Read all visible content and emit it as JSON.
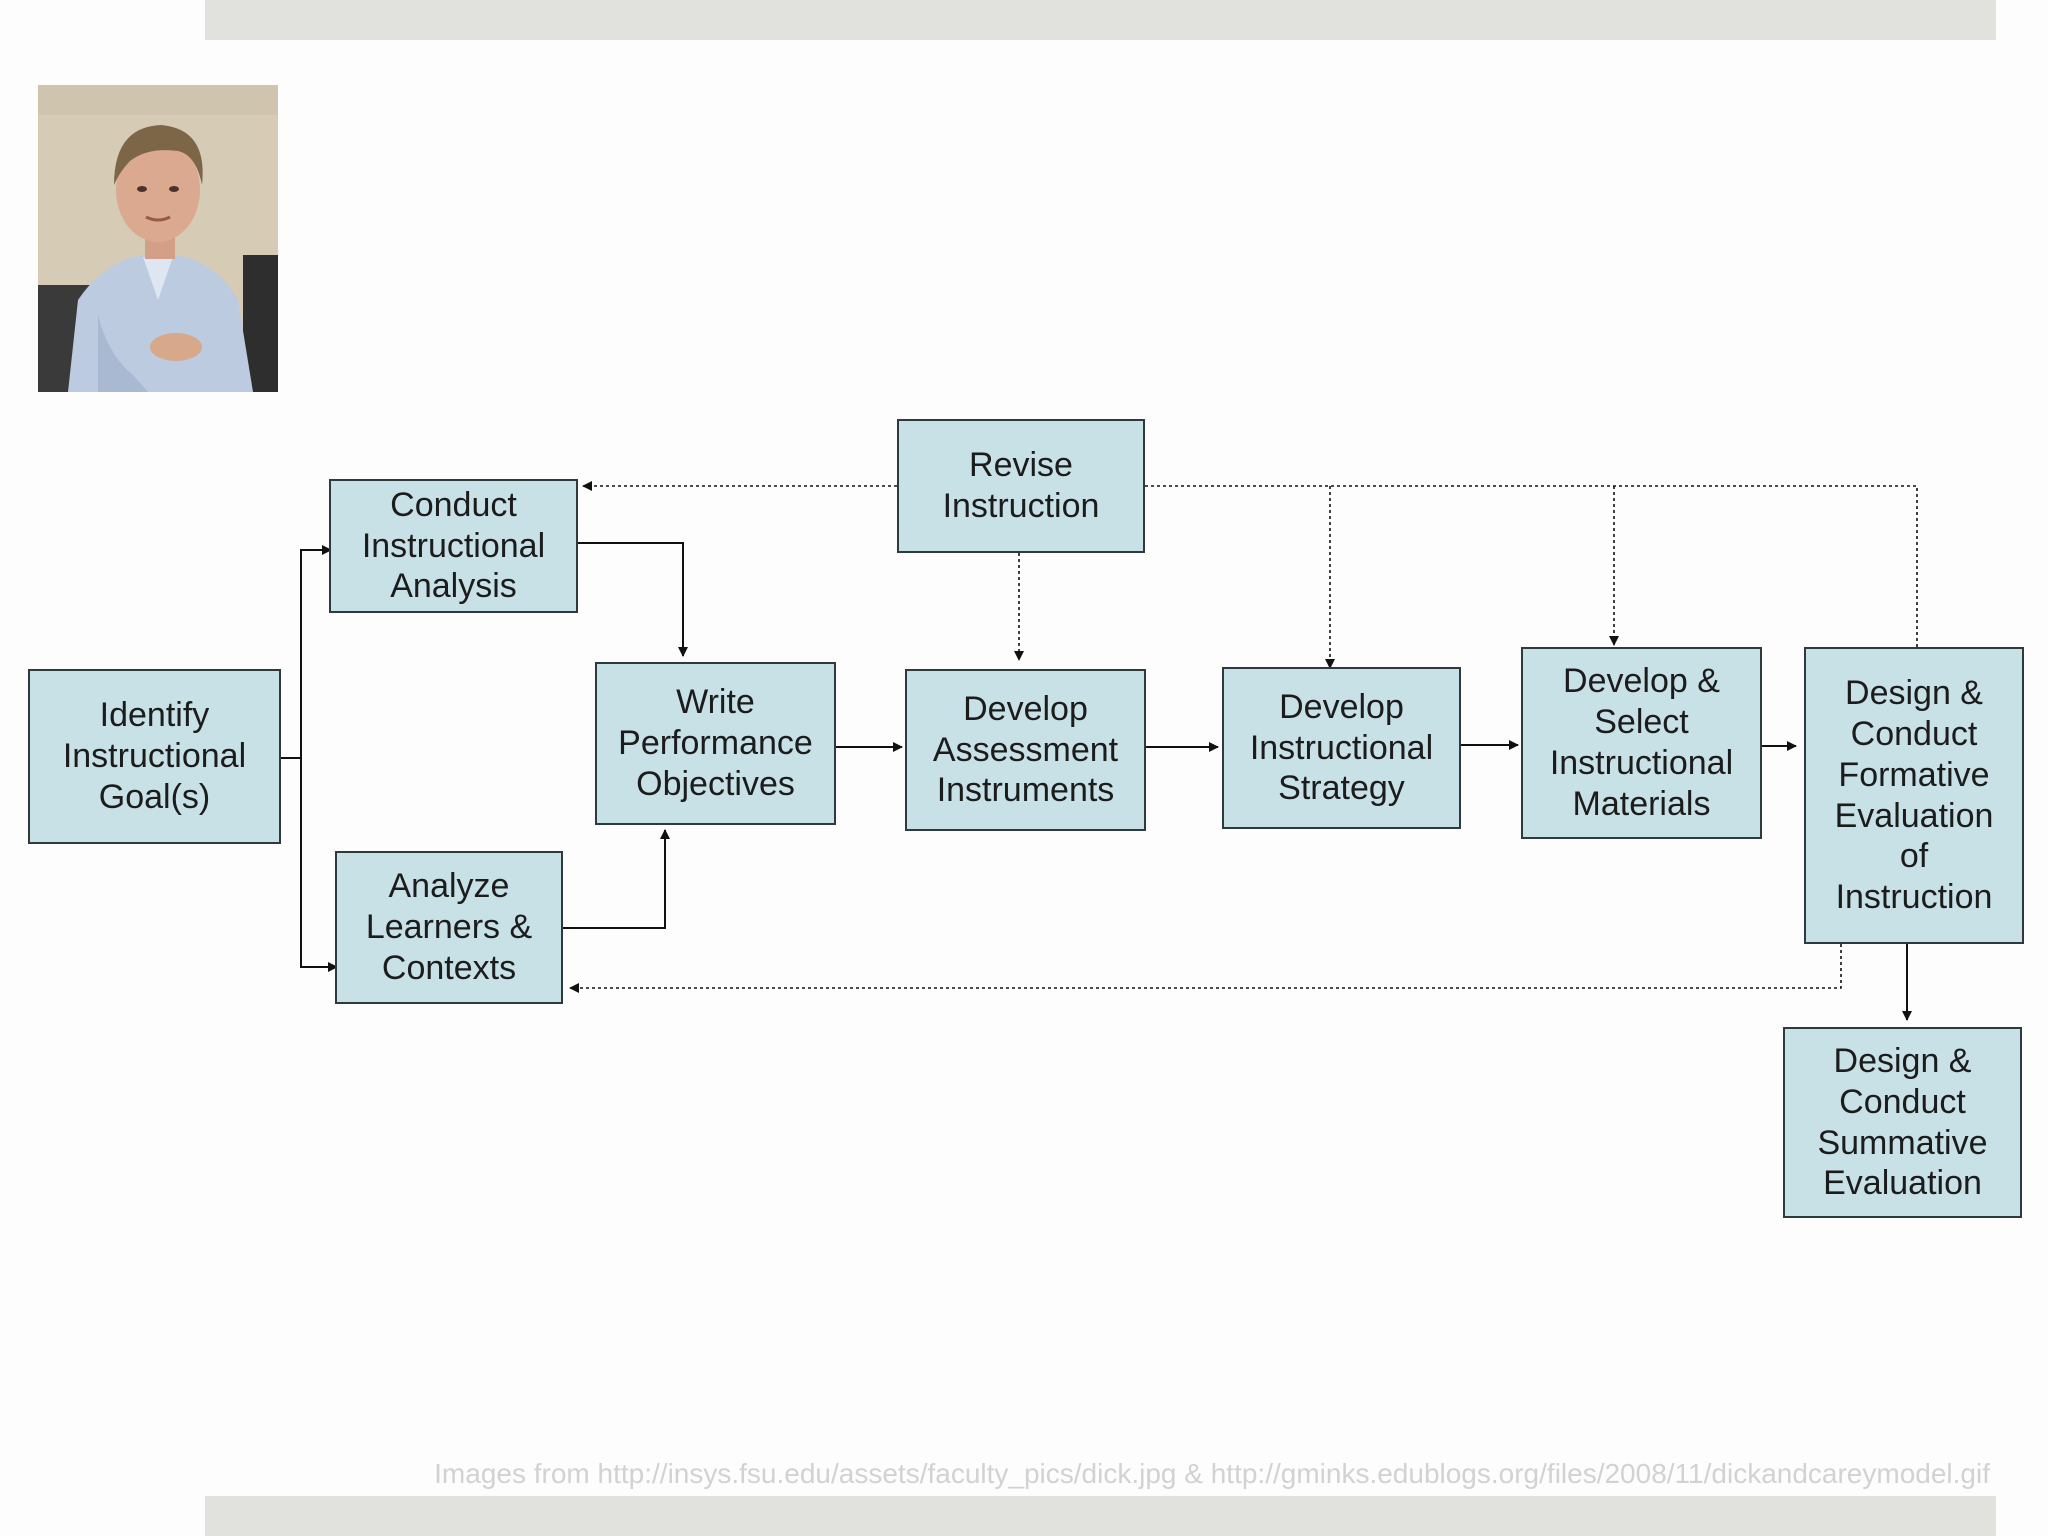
{
  "diagram": {
    "type": "flowchart",
    "steps": {
      "identify_goals": "Identify\nInstructional\nGoal(s)",
      "conduct_analysis": "Conduct\nInstructional\nAnalysis",
      "analyze_learners": "Analyze\nLearners &\nContexts",
      "write_objectives": "Write\nPerformance\nObjectives",
      "develop_assessment": "Develop\nAssessment\nInstruments",
      "develop_strategy": "Develop\nInstructional\nStrategy",
      "develop_materials": "Develop &\nSelect\nInstructional\nMaterials",
      "formative_evaluation": "Design &\nConduct\nFormative\nEvaluation\nof\nInstruction",
      "revise_instruction": "Revise\nInstruction",
      "summative_evaluation": "Design &\nConduct\nSummative\nEvaluation"
    },
    "colors": {
      "box_fill": "#c8e1e6",
      "box_border": "#2f3a3d",
      "connector": "#111111",
      "bars": "#e1e1dd",
      "caption": "#d2d2d2"
    }
  },
  "photo": {
    "icon": "portrait-photo"
  },
  "caption": "Images from http://insys.fsu.edu/assets/faculty_pics/dick.jpg & http://gminks.edublogs.org/files/2008/11/dickandcareymodel.gif"
}
